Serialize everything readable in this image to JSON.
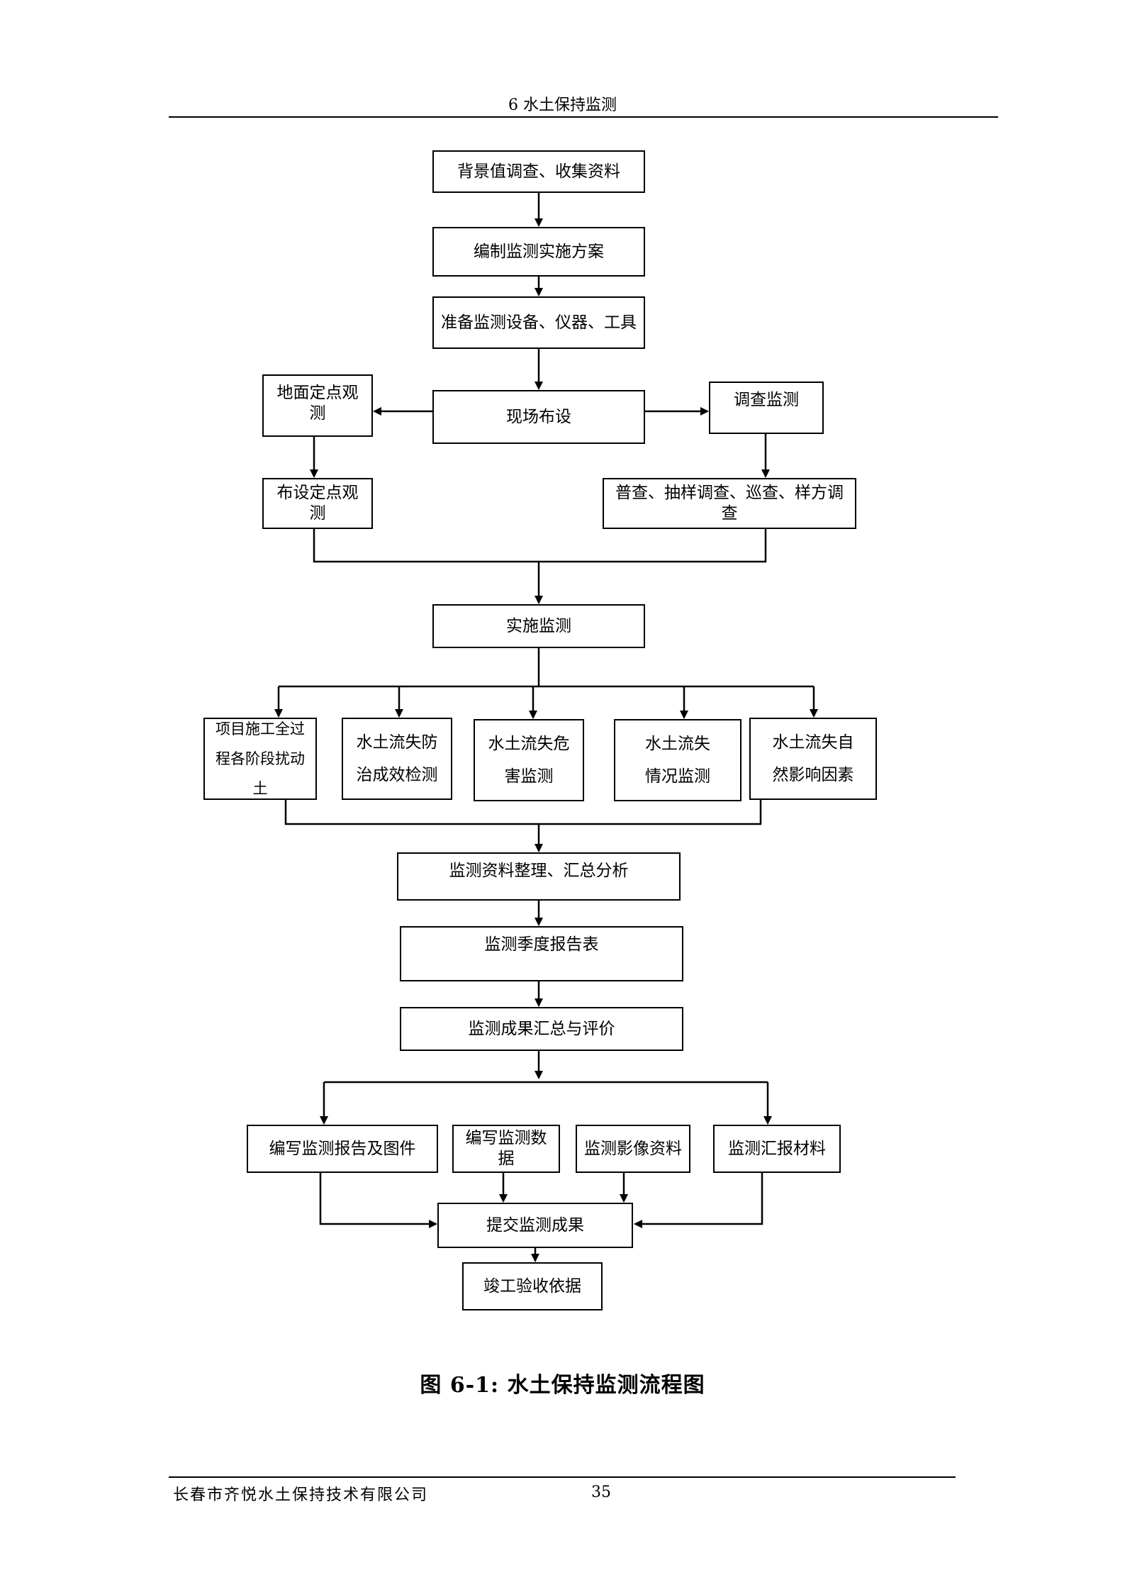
{
  "header": {
    "title": "6  水土保持监测"
  },
  "flow": {
    "n1": "背景值调查、收集资料",
    "n2": "编制监测实施方案",
    "n3": "准备监测设备、仪器、工具",
    "n4": "现场布设",
    "n5": "地面定点观测",
    "n6": "调查监测",
    "n7": "布设定点观测",
    "n8": "普查、抽样调查、巡查、样方调查",
    "n9": "实施监测",
    "n10": [
      "项目施工全过",
      "程各阶段扰动土"
    ],
    "n11": [
      "水土流失防",
      "治成效检测"
    ],
    "n12": [
      "水土流失危",
      "害监测"
    ],
    "n13": [
      "水土流失",
      "情况监测"
    ],
    "n14": [
      "水土流失自",
      "然影响因素"
    ],
    "n15": "监测资料整理、汇总分析",
    "n16": "监测季度报告表",
    "n17": "监测成果汇总与评价",
    "n18": "编写监测报告及图件",
    "n19": "编写监测数据",
    "n20": "监测影像资料",
    "n21": "监测汇报材料",
    "n22": "提交监测成果",
    "n23": "竣工验收依据"
  },
  "caption": "图 6-1:  水土保持监测流程图",
  "footer": {
    "company": "长春市齐悦水土保持技术有限公司",
    "page": "35"
  }
}
